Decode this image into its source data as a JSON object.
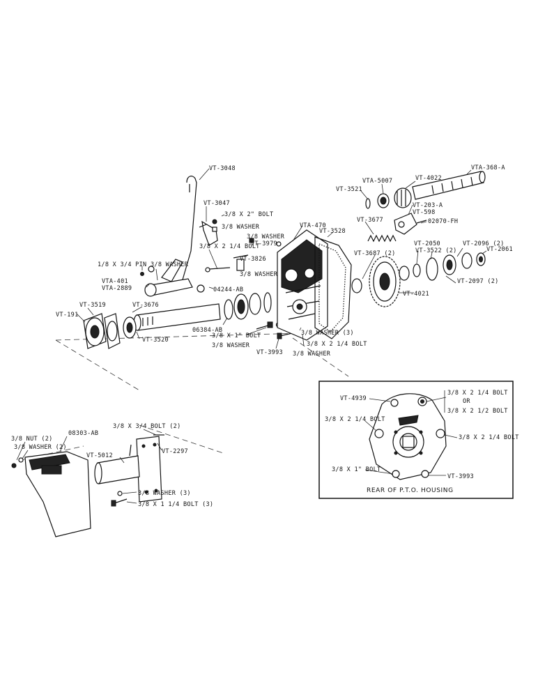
{
  "labels": {
    "vt3048": "VT-3048",
    "vt3047": "VT-3047",
    "bolt_3_8x2": "3/8 X 2\" BOLT",
    "washer_3_8_a": "3/8 WASHER",
    "washer_3_8_b": "3/8 WASHER",
    "vt3979": "VT-3979",
    "bolt_3_8x2_1_4": "3/8 X 2 1/4 BOLT",
    "vt3826": "VT-3826",
    "washer_3_8_c": "3/8 WASHER",
    "pin": "1/8 X 3/4 PIN",
    "washer_3_8_d": "3/8 WASHER",
    "vta401": "VTA-401",
    "vta2889": "VTA-2889",
    "p04244": "04244-AB",
    "vt3519": "VT-3519",
    "vt3676": "VT-3676",
    "vt191": "VT-191",
    "vt3520": "VT-3520",
    "p06384": "06384-AB",
    "bolt_3_8x1": "3/8 X 1\" BOLT",
    "washer_3_8_e": "3/8 WASHER",
    "vt3993_a": "VT-3993",
    "washer_3": "3/8 WASHER (3)",
    "bolt_3_8x2_1_4_b": "3/8 X 2 1/4 BOLT",
    "washer_3_8_f": "3/8 WASHER",
    "vta470": "VTA-470",
    "vt3528": "VT-3528",
    "vt3521": "VT-3521",
    "vta5007": "VTA-5007",
    "vt4022": "VT-4022",
    "vta368a": "VTA-368-A",
    "vt203a": "VT-203-A",
    "vt598": "VT-598",
    "p02070": "02070-FH",
    "vt3677": "VT-3677",
    "vt3687": "VT-3687 (2)",
    "vt2050": "VT-2050",
    "vt3522": "VT-3522 (2)",
    "vt2096": "VT-2096 (2)",
    "vt2061": "VT-2061",
    "vt2097": "VT-2097 (2)",
    "vt4021": "VT-4021",
    "nut": "3/8 NUT (2)",
    "washer2": "3/8 WASHER (2)",
    "p08303": "08303-AB",
    "bolt_3_8x3_4": "3/8 X 3/4 BOLT (2)",
    "vt2297": "VT-2297",
    "vt5012": "VT-5012",
    "washer_3b": "3/8 WASHER (3)",
    "bolt_3_8x1_1_4": "3/8 X 1 1/4 BOLT (3)",
    "inset_vt4939": "VT-4939",
    "inset_bolt_a": "3/8 X 2 1/4 BOLT",
    "inset_or": "OR",
    "inset_bolt_b": "3/8 X 2 1/2 BOLT",
    "inset_bolt_left": "3/8 X 2 1/4 BOLT",
    "inset_bolt_right": "3/8 X 2 1/4 BOLT",
    "inset_bolt_bottom": "3/8 X 1\" BOLT",
    "inset_vt3993": "VT-3993",
    "inset_caption": "REAR OF P.T.O. HOUSING"
  }
}
